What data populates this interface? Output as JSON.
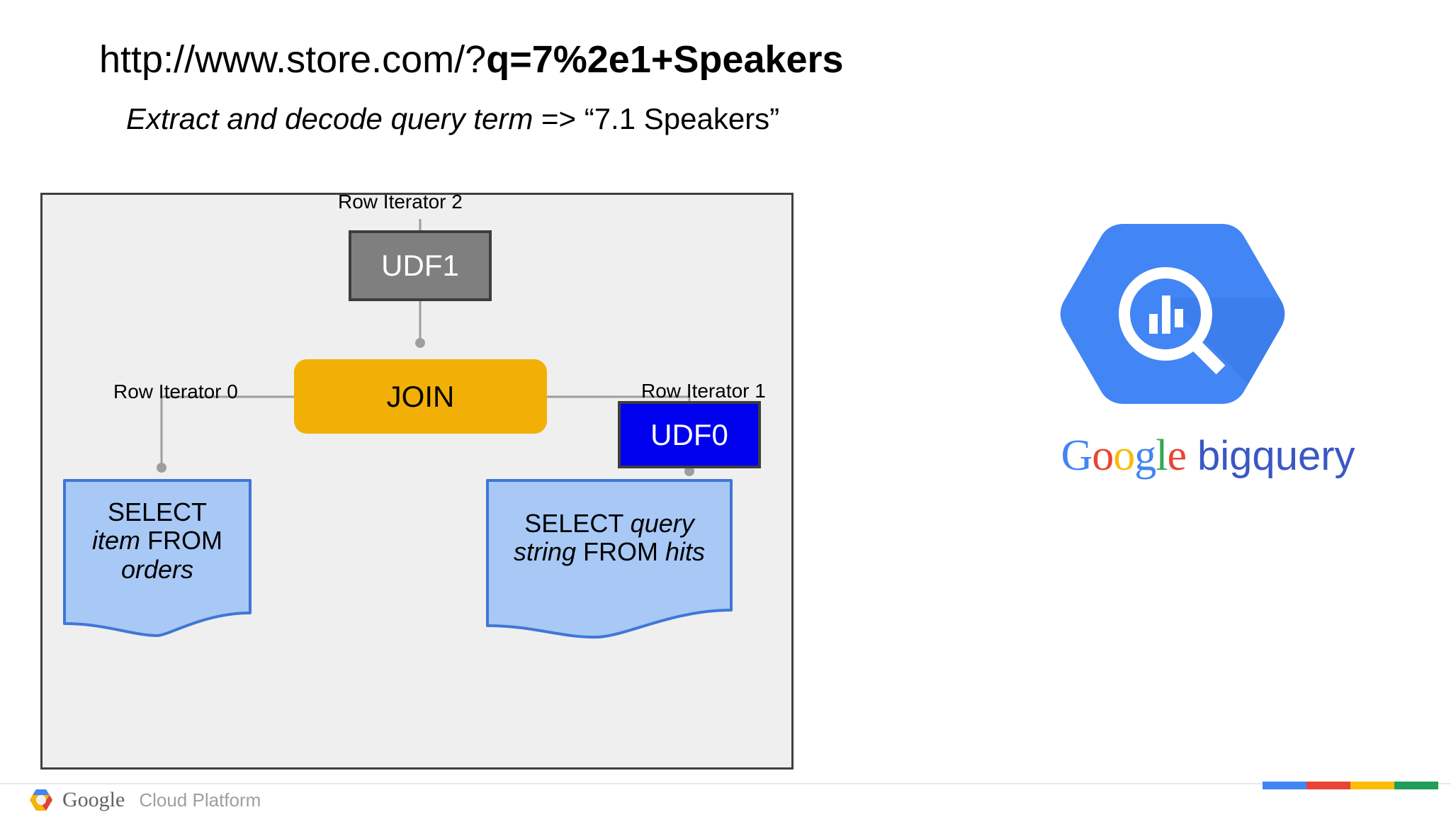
{
  "slide": {
    "title": {
      "url_base": "http://www.store.com/?",
      "url_query": "q=7%2e1+Speakers"
    },
    "subtitle": {
      "italic_part": "Extract and decode query term",
      "roman_part": " => “7.1 Speakers”"
    }
  },
  "diagram": {
    "nodes": [
      {
        "id": "udf1",
        "label": "UDF1",
        "fill": "#7f7f7f",
        "border": "#3d3d3d",
        "text_color": "#ffffff",
        "shape": "rect"
      },
      {
        "id": "join",
        "label": "JOIN",
        "fill": "#f2b007",
        "border": "none",
        "text_color": "#000000",
        "shape": "rounded-rect"
      },
      {
        "id": "udf0",
        "label": "UDF0",
        "fill": "#0000ee",
        "border": "#3d3d3d",
        "text_color": "#ffffff",
        "shape": "rect"
      }
    ],
    "iterator_labels": [
      {
        "id": "iter2",
        "label": "Row Iterator 2"
      },
      {
        "id": "iter0",
        "label": "Row Iterator 0"
      },
      {
        "id": "iter1",
        "label": "Row Iterator 1"
      }
    ],
    "documents": [
      {
        "id": "doc-left",
        "fill": "#a8c8f5",
        "border": "#3f77d6",
        "line1_roman": "SELECT",
        "line2_italic": "item",
        "line2_roman": " FROM",
        "line3_italic": "orders"
      },
      {
        "id": "doc-right",
        "fill": "#a8c8f5",
        "border": "#3f77d6",
        "line1_roman": "SELECT ",
        "line1_italic": "query",
        "line2_italic": "string",
        "line2_roman": " FROM ",
        "line2_italic2": "hits"
      }
    ],
    "frame_fill": "#efefef",
    "frame_border": "#404040",
    "connector_color": "#9e9e9e"
  },
  "bigquery": {
    "hexagon_fill": "#4285f4",
    "hexagon_shade": "#3b79e8",
    "glass_color": "#ffffff",
    "wordmark_google": [
      {
        "ch": "G",
        "color_class": "gc-b"
      },
      {
        "ch": "o",
        "color_class": "gc-r"
      },
      {
        "ch": "o",
        "color_class": "gc-y"
      },
      {
        "ch": "g",
        "color_class": "gc-b"
      },
      {
        "ch": "l",
        "color_class": "gc-g"
      },
      {
        "ch": "e",
        "color_class": "gc-r"
      }
    ],
    "wordmark_product": "bigquery"
  },
  "footer": {
    "brand_google": "Google",
    "brand_product": "Cloud Platform",
    "bars": [
      "#4285f4",
      "#ea4335",
      "#fbbc05",
      "#1e9e57"
    ]
  }
}
